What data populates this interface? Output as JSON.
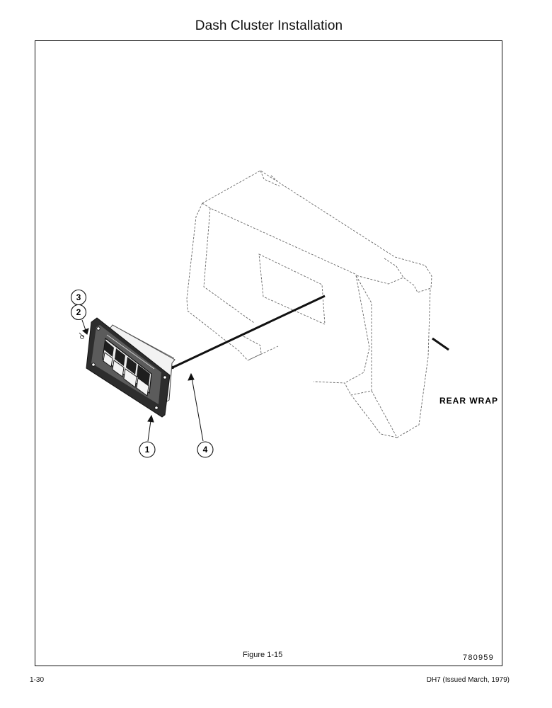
{
  "header": {
    "title": "Dash Cluster Installation"
  },
  "figure": {
    "caption": "Figure 1-15",
    "drawing_number": "780959",
    "area_label": "REAR WRAP",
    "callouts": [
      "1",
      "2",
      "3",
      "4"
    ]
  },
  "footer": {
    "page_number": "1-30",
    "issue_note": "DH7 (Issued March, 1979)"
  }
}
